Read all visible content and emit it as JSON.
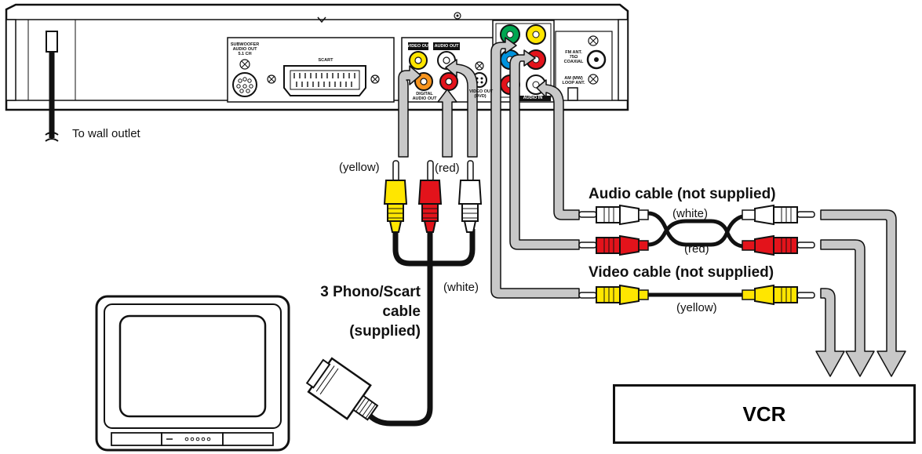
{
  "labels": {
    "wall_outlet": "To wall outlet",
    "yellow_plug": "(yellow)",
    "red_plug": "(red)",
    "white_plug": "(white)",
    "scart_cable_line1": "3 Phono/Scart",
    "scart_cable_line2": "cable",
    "scart_cable_line3": "(supplied)",
    "audio_cable": "Audio cable (not supplied)",
    "audio_white": "(white)",
    "audio_red": "(red)",
    "video_cable": "Video cable (not supplied)",
    "video_yellow": "(yellow)",
    "vcr": "VCR"
  },
  "panel": {
    "subwoofer_line1": "SUBWOOFER",
    "subwoofer_line2": "AUDIO OUT",
    "subwoofer_line3": "5.1 CH",
    "scart": "SCART",
    "video_out": "VIDEO OUT",
    "audio_out": "AUDIO OUT",
    "digital_line1": "DIGITAL",
    "digital_line2": "AUDIO OUT",
    "svideo_line1": "VIDEO OUT",
    "svideo_line2": "(DVD)",
    "fm_line1": "FM ANT.",
    "fm_line2": "75Ω",
    "fm_line3": "COAXIAL",
    "am_line1": "AM (MW)",
    "am_line2": "LOOP ANT.",
    "audio_in": "AUDIO IN"
  },
  "colors": {
    "yellow": "#ffe600",
    "red": "#e3131b",
    "white": "#ffffff",
    "green": "#00a651",
    "blue": "#0093dd",
    "orange": "#f7941d",
    "gray_arrow": "#c8c8c8",
    "outline": "#111111"
  }
}
